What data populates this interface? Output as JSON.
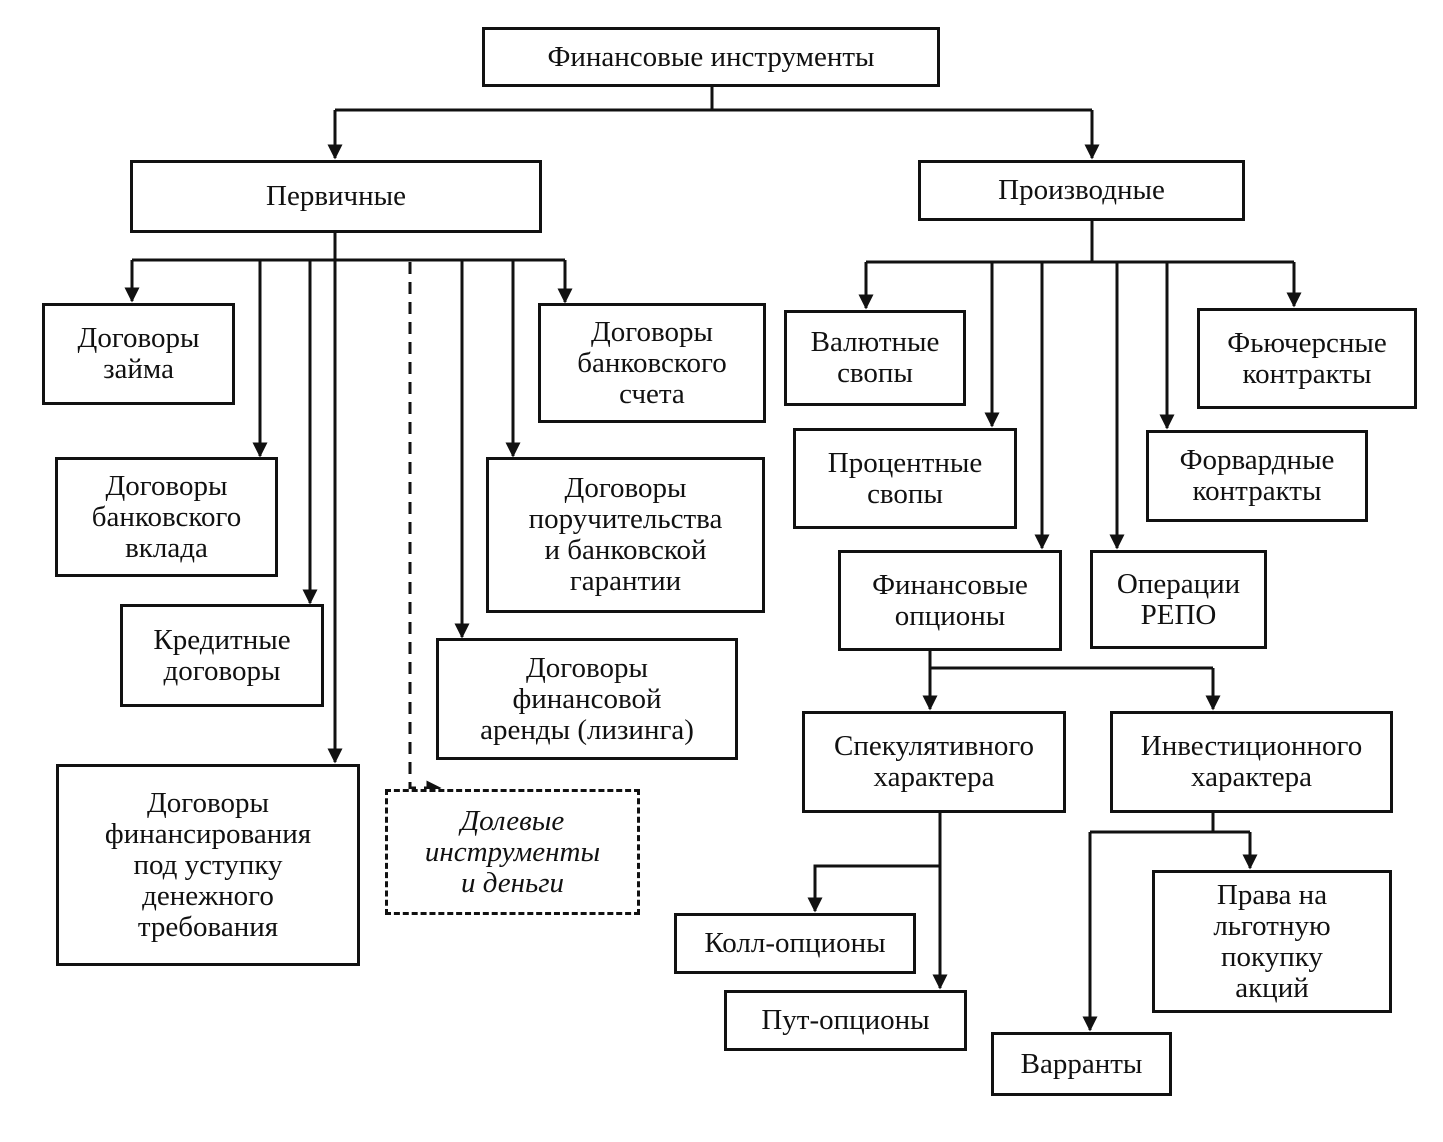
{
  "nodes": {
    "root": "Финансовые инструменты",
    "primary": "Первичные",
    "derivative": "Производные",
    "loan": "Договоры\nзайма",
    "deposit": "Договоры\nбанковского\nвклада",
    "credit": "Кредитные\nдоговоры",
    "factoring": "Договоры\nфинансирования\nпод уступку\nденежного\nтребования",
    "equity": "Долевые\nинструменты\nи деньги",
    "leasing": "Договоры\nфинансовой\nаренды (лизинга)",
    "guarantee": "Договоры\nпоручительства\nи банковской\nгарантии",
    "account": "Договоры\nбанковского\nсчета",
    "fx_swaps": "Валютные\nсвопы",
    "ir_swaps": "Процентные\nсвопы",
    "options": "Финансовые\nопционы",
    "repo": "Операции\nРЕПО",
    "forwards": "Форвардные\nконтракты",
    "futures": "Фьючерсные\nконтракты",
    "speculative": "Спекулятивного\nхарактера",
    "investment": "Инвестиционного\nхарактера",
    "call": "Колл-опционы",
    "put": "Пут-опционы",
    "rights": "Права на\nльготную\nпокупку\nакций",
    "warrants": "Варранты"
  }
}
